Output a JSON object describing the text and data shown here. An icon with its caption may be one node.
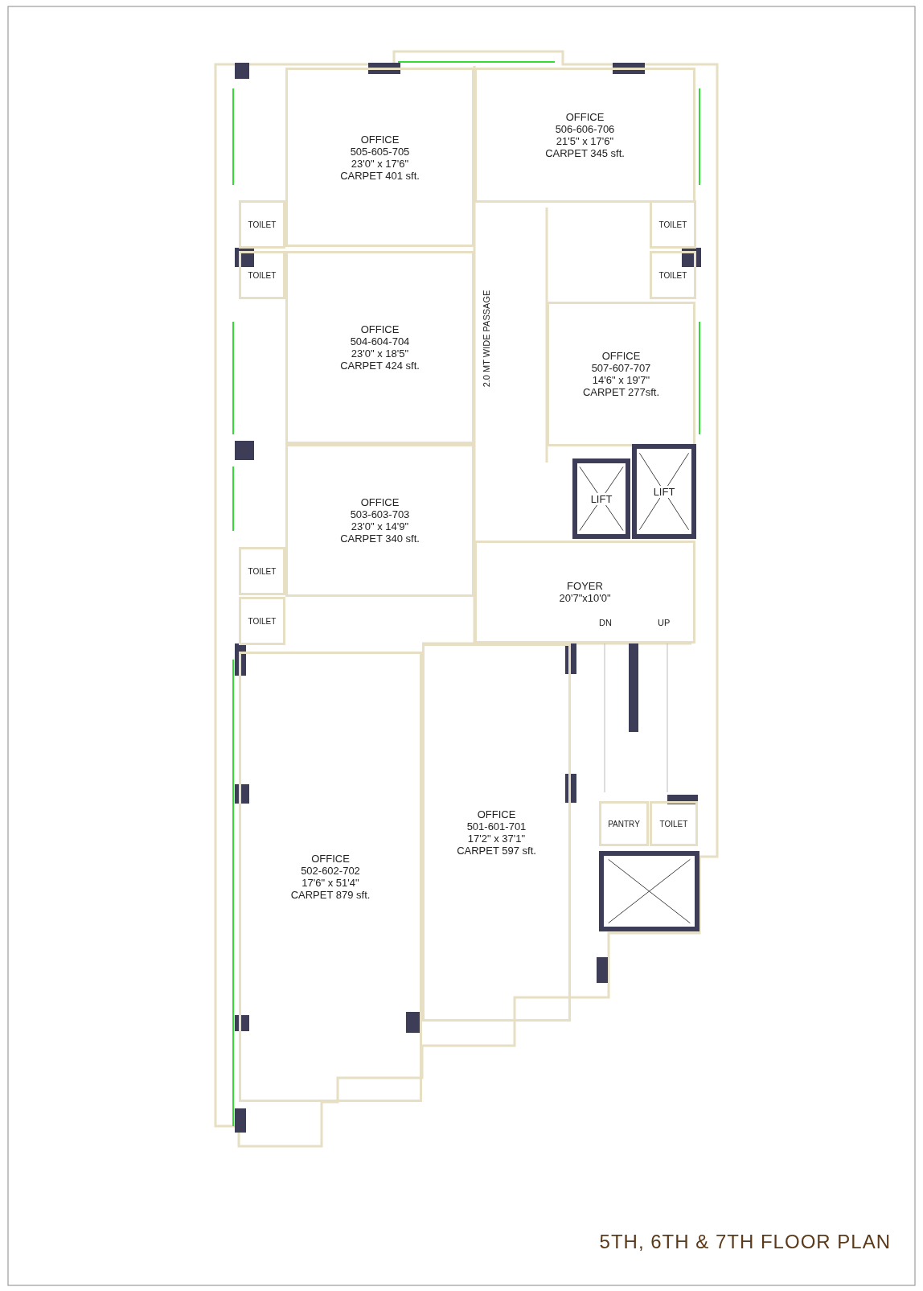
{
  "diagram": {
    "title": "5TH, 6TH & 7TH FLOOR PLAN",
    "nodes": [
      {
        "text": [
          "OFFICE",
          "505-605-705",
          "23'0\" x 17'6\"",
          "CARPET 401 sft."
        ]
      },
      {
        "text": [
          "OFFICE",
          "506-606-706",
          "21'5\" x 17'6\"",
          "CARPET 345 sft."
        ]
      },
      {
        "text": [
          "TOILET"
        ]
      },
      {
        "text": [
          "TOILET"
        ]
      },
      {
        "text": [
          "TOILET"
        ]
      },
      {
        "text": [
          "TOILET"
        ]
      },
      {
        "text": [
          "OFFICE",
          "504-604-704",
          "23'0\" x 18'5\"",
          "CARPET 424 sft."
        ]
      },
      {
        "text": [
          "OFFICE",
          "507-607-707",
          "14'6\" x 19'7\"",
          "CARPET 277sft."
        ]
      },
      {
        "text": [
          "LIFT"
        ]
      },
      {
        "text": [
          "LIFT"
        ]
      },
      {
        "text": [
          "OFFICE",
          "503-603-703",
          "23'0\" x 14'9\"",
          "CARPET 340 sft."
        ]
      },
      {
        "text": [
          "TOILET"
        ]
      },
      {
        "text": [
          "FOYER",
          "20'7\"x10'0\""
        ]
      },
      {
        "text": [
          "TOILET"
        ]
      },
      {
        "text": [
          "OFFICE",
          "502-602-702",
          "17'6\" x 51'4\"",
          "CARPET 879 sft."
        ]
      },
      {
        "text": [
          "OFFICE",
          "501-601-701",
          "17'2\" x 37'1\"",
          "CARPET 597 sft."
        ]
      },
      {
        "text": [
          "PANTRY"
        ]
      },
      {
        "text": [
          "TOILET"
        ]
      },
      {
        "text": [],
        "shape": "box"
      }
    ],
    "labels": [
      "2.0 MT WIDE PASSAGE",
      "DN",
      "UP"
    ]
  }
}
